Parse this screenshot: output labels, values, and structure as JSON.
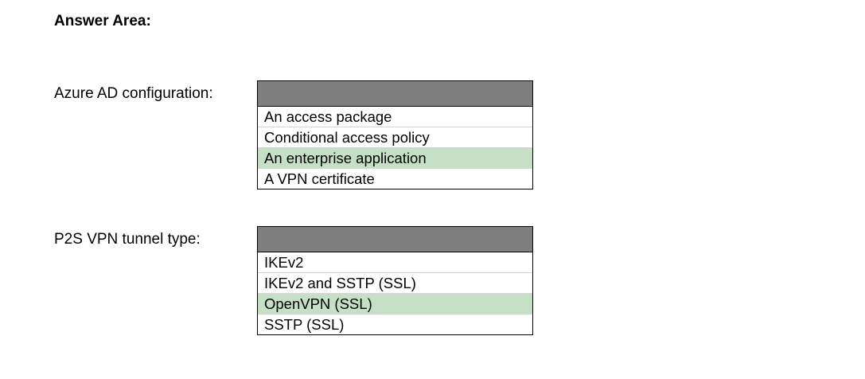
{
  "heading": "Answer Area:",
  "colors": {
    "header_bar": "#7f7f7f",
    "selected_option": "#c5e0c5",
    "border": "#000000"
  },
  "questions": [
    {
      "label": "Azure AD configuration:",
      "options": [
        "An access package",
        "Conditional access policy",
        "An enterprise application",
        "A VPN certificate"
      ],
      "selected_index": 2
    },
    {
      "label": "P2S VPN tunnel type:",
      "options": [
        "IKEv2",
        "IKEv2 and SSTP (SSL)",
        "OpenVPN (SSL)",
        "SSTP (SSL)"
      ],
      "selected_index": 2
    }
  ]
}
